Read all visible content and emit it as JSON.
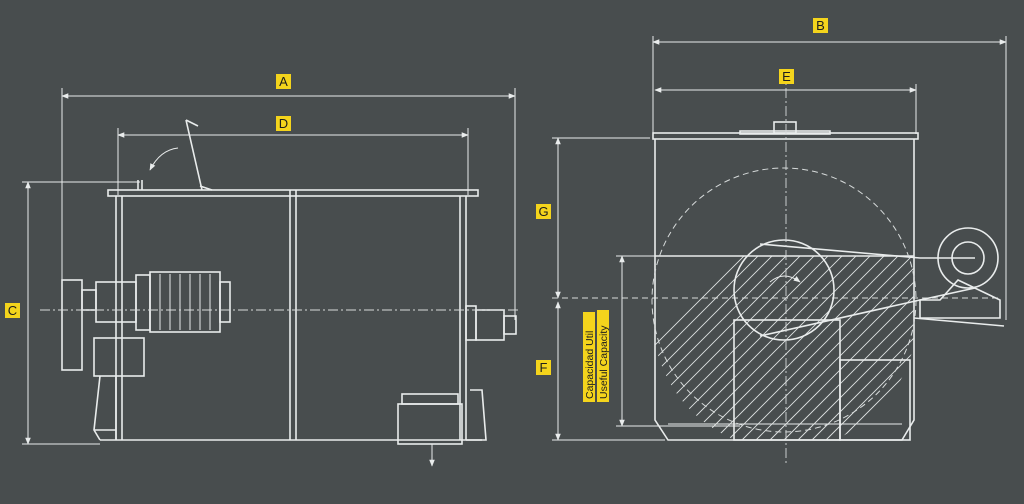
{
  "labels": {
    "A": "A",
    "B": "B",
    "C": "C",
    "D": "D",
    "E": "E",
    "F": "F",
    "G": "G"
  },
  "capacity": {
    "line1": "Capacidad Util",
    "line2": "Useful Capacity"
  },
  "colors": {
    "background": "#484d4e",
    "line": "#e9ecec",
    "label_fill": "#f4d41c"
  }
}
